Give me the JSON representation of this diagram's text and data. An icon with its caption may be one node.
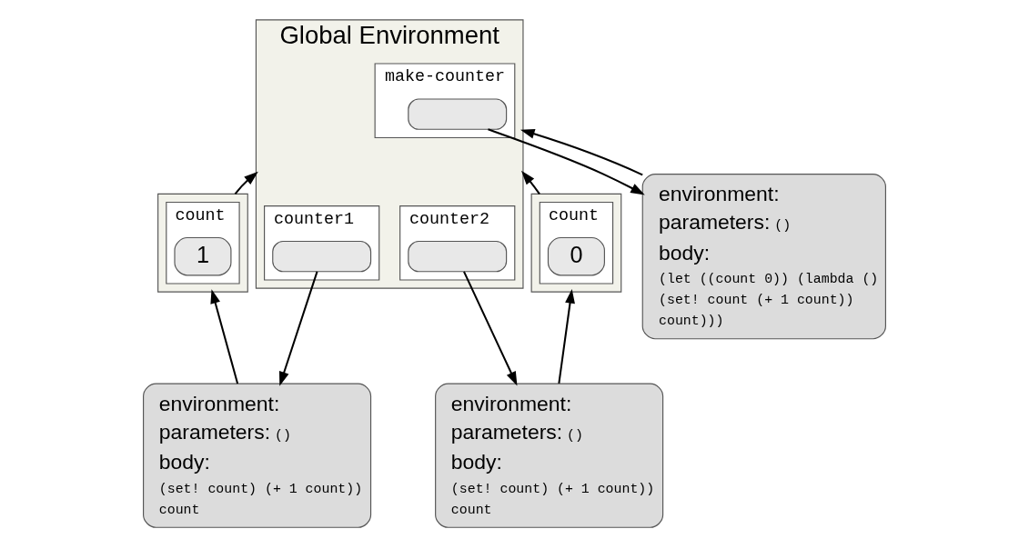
{
  "diagram": {
    "nodes": [
      {
        "text": [
          "Global Environment"
        ]
      },
      {
        "text": [
          "make-counter"
        ],
        "in": 0
      },
      {
        "text": [],
        "shape": "box",
        "in": 1
      },
      {
        "text": [
          "counter1"
        ],
        "in": 0
      },
      {
        "text": [],
        "shape": "box",
        "in": 3
      },
      {
        "text": [
          "counter2"
        ],
        "in": 0
      },
      {
        "text": [],
        "shape": "box",
        "in": 5
      },
      {
        "text": [],
        "shape": "box"
      },
      {
        "text": [
          "count"
        ],
        "in": 7
      },
      {
        "text": [
          "1"
        ],
        "in": 8
      },
      {
        "text": [],
        "shape": "box"
      },
      {
        "text": [
          "count"
        ],
        "in": 10
      },
      {
        "text": [
          "0"
        ],
        "in": 11
      },
      {
        "text": [
          "environment:",
          "parameters:",
          "()",
          "body:",
          "(let ((count 0)) (lambda () (set! count (+ 1 count)) count)))"
        ]
      },
      {
        "text": [
          "environment:",
          "parameters:",
          "()",
          "body:",
          "(set! count) (+ 1 count)) count"
        ]
      },
      {
        "text": [
          "environment:",
          "parameters:",
          "()",
          "body:",
          "(set! count) (+ 1 count)) count"
        ]
      }
    ],
    "edges": [
      {
        "from": 2,
        "to": 13,
        "arrow": "to"
      },
      {
        "from": 13,
        "to": 0,
        "arrow": "to"
      },
      {
        "from": 4,
        "to": 14,
        "arrow": "to"
      },
      {
        "from": 6,
        "to": 15,
        "arrow": "to"
      },
      {
        "from": 7,
        "to": 0,
        "arrow": "to"
      },
      {
        "from": 10,
        "to": 0,
        "arrow": "to"
      },
      {
        "from": 14,
        "to": 7,
        "arrow": "to"
      },
      {
        "from": 15,
        "to": 10,
        "arrow": "to"
      }
    ]
  }
}
